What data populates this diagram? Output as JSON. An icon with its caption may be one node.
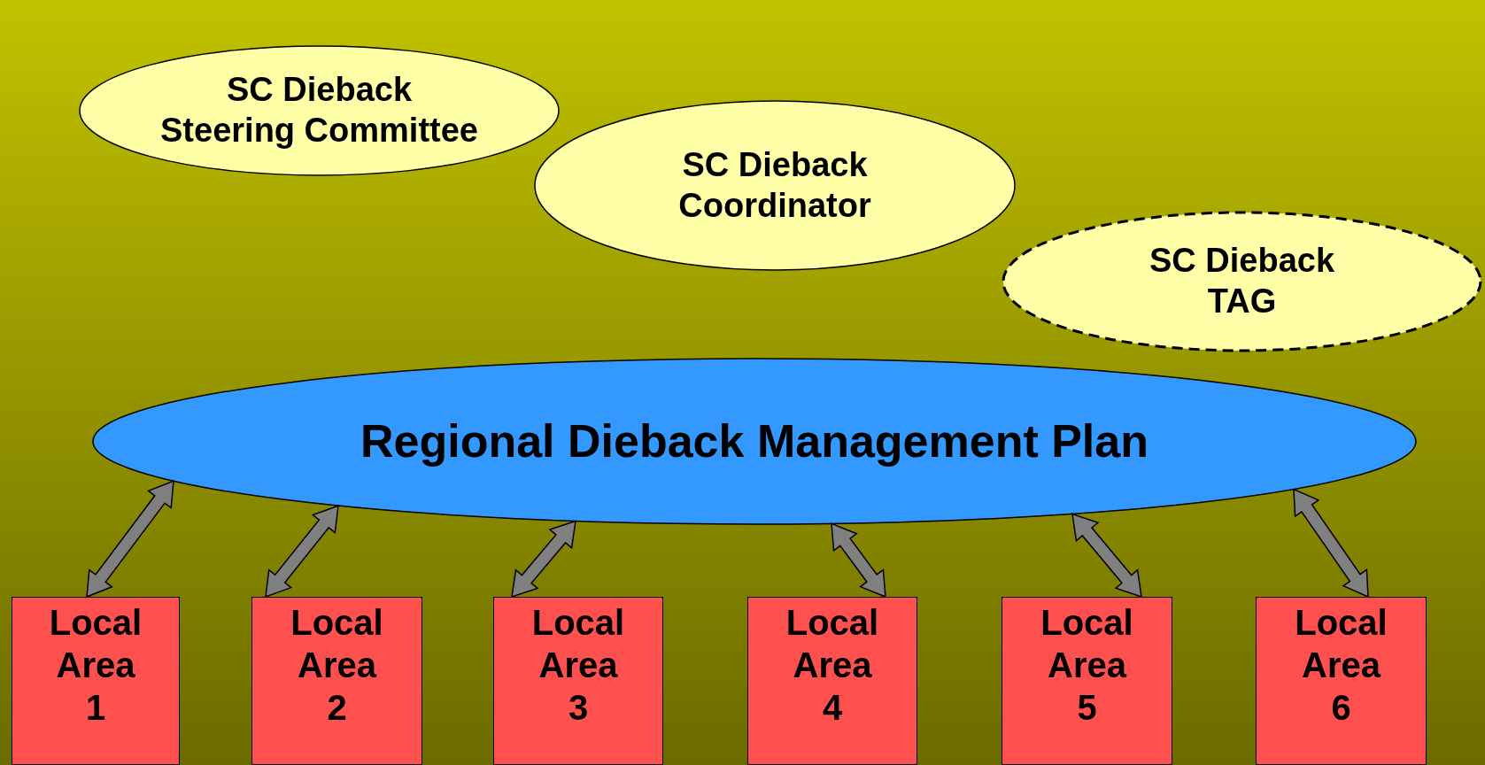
{
  "diagram": {
    "nodes": [
      {
        "text": [
          "SC Dieback Steering Committee"
        ]
      },
      {
        "text": [
          "SC Dieback Coordinator"
        ]
      },
      {
        "text": [
          "SC Dieback TAG"
        ]
      },
      {
        "text": [
          "Regional Dieback Management Plan"
        ]
      },
      {
        "text": [
          "Local Area 1"
        ]
      },
      {
        "text": [
          "Local Area 2"
        ]
      },
      {
        "text": [
          "Local Area 3"
        ]
      },
      {
        "text": [
          "Local Area 4"
        ]
      },
      {
        "text": [
          "Local Area 5"
        ]
      },
      {
        "text": [
          "Local Area 6"
        ]
      }
    ],
    "edges": [
      {
        "from": 3,
        "to": 4,
        "arrow": "both"
      },
      {
        "from": 3,
        "to": 5,
        "arrow": "both"
      },
      {
        "from": 3,
        "to": 6,
        "arrow": "both"
      },
      {
        "from": 3,
        "to": 7,
        "arrow": "both"
      },
      {
        "from": 3,
        "to": 8,
        "arrow": "both"
      },
      {
        "from": 3,
        "to": 9,
        "arrow": "both"
      }
    ]
  }
}
